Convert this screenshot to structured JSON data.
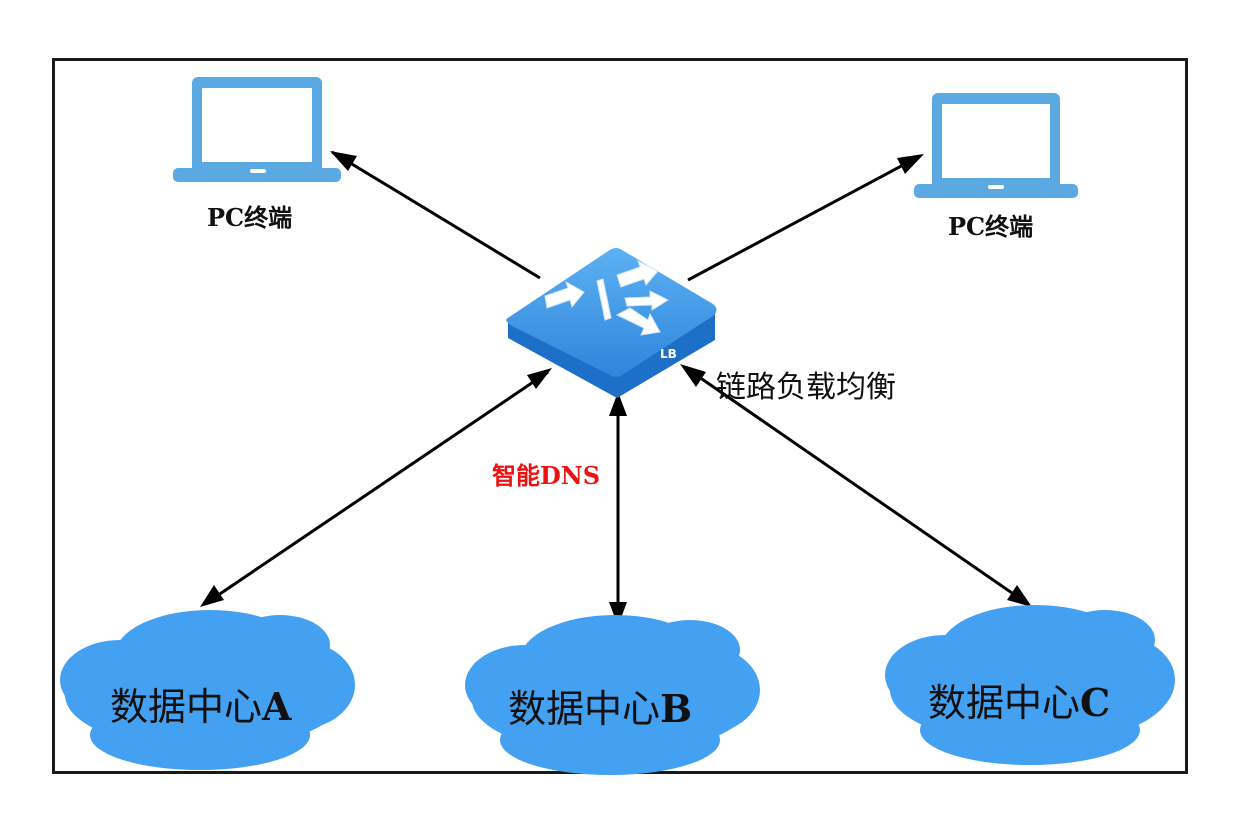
{
  "diagram": {
    "title": "",
    "load_balancer": {
      "badge": "LB",
      "caption": "链路负载均衡"
    },
    "dns_label": "智能DNS",
    "pc_terminals": [
      {
        "label": "PC终端"
      },
      {
        "label": "PC终端"
      }
    ],
    "data_centers": [
      {
        "name": "数据中心",
        "suffix": "A"
      },
      {
        "name": "数据中心",
        "suffix": "B"
      },
      {
        "name": "数据中心",
        "suffix": "C"
      }
    ],
    "connections": [
      {
        "from": "LB",
        "to": "PC终端 (left)",
        "direction": "to-pc"
      },
      {
        "from": "LB",
        "to": "PC终端 (right)",
        "direction": "to-pc"
      },
      {
        "from": "LB",
        "to": "数据中心A",
        "direction": "bidirectional"
      },
      {
        "from": "LB",
        "to": "数据中心B",
        "direction": "bidirectional"
      },
      {
        "from": "LB",
        "to": "数据中心C",
        "direction": "bidirectional"
      }
    ],
    "colors": {
      "laptop": "#5aa9e3",
      "cloud": "#44a0f0",
      "lb_top": "#3a8fe0",
      "lb_side": "#1e6fc8",
      "dns_text": "#ee1111",
      "arrow": "#000000"
    }
  }
}
